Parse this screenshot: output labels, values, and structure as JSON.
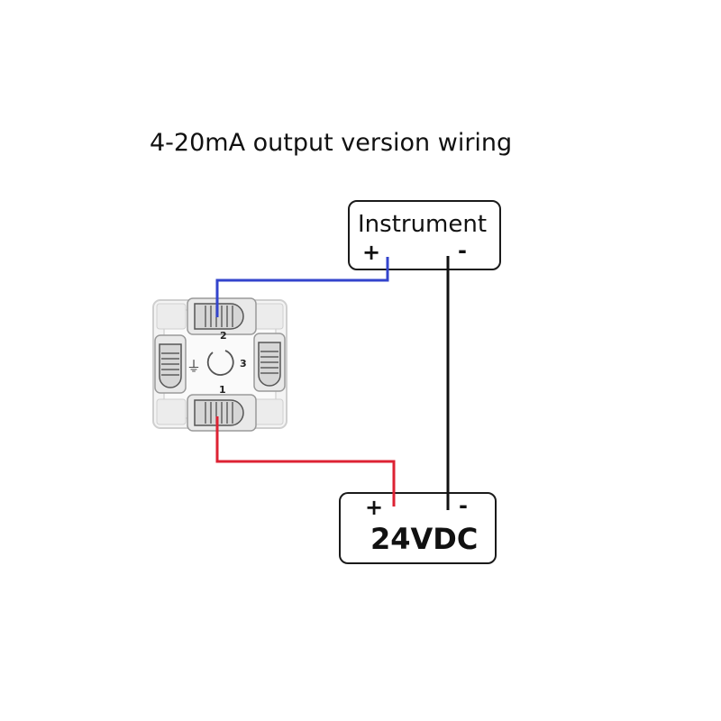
{
  "title": "4-20mA output version wiring",
  "instrument": {
    "label": "Instrument",
    "plus": "+",
    "minus": "-"
  },
  "power_supply": {
    "label": "24VDC",
    "plus": "+",
    "minus": "-"
  },
  "terminal_block": {
    "pins": [
      "1",
      "2",
      "3"
    ],
    "ground_symbol": "⏚"
  },
  "wires": [
    {
      "name": "blue-wire",
      "color": "#3344cc",
      "from": "terminal 2",
      "to": "Instrument +"
    },
    {
      "name": "red-wire",
      "color": "#dd2233",
      "from": "terminal 1",
      "to": "24VDC +"
    },
    {
      "name": "black-wire",
      "color": "#111111",
      "from": "Instrument -",
      "to": "24VDC -"
    }
  ],
  "colors": {
    "blue": "#3344cc",
    "red": "#dd2233",
    "black": "#111111"
  }
}
